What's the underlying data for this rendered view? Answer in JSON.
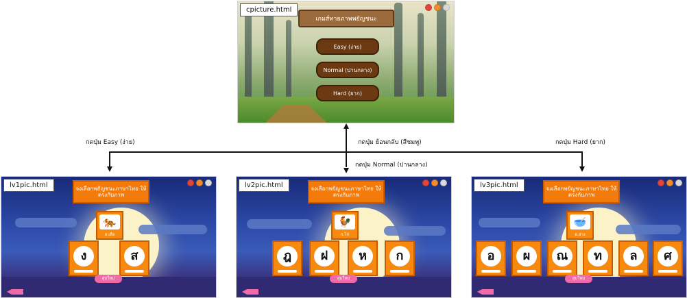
{
  "main": {
    "file_label": "cpicture.html",
    "sign_title": "เกมส์ทายภาพพยัญชนะ",
    "buttons": [
      "Easy (ง่าย)",
      "Normal (ปานกลาง)",
      "Hard (ยาก)"
    ]
  },
  "connectors": {
    "easy": "กดปุ่ม Easy (ง่าย)",
    "back": "กดปุ่ม ย้อนกลับ (สีชมพู)",
    "normal": "กดปุ่ม Normal (ปานกลาง)",
    "hard": "กดปุ่ม Hard (ยาก)"
  },
  "levels": [
    {
      "file_label": "lv1pic.html",
      "title": "จงเลือกพยัญชนะภาษาไทย ให้ตรงกับภาพ",
      "picture_icon": "tiger",
      "picture_caption": "ส.เสือ",
      "letters": [
        "ง",
        "ส"
      ],
      "new_button": "สุ่มใหม่"
    },
    {
      "file_label": "lv2pic.html",
      "title": "จงเลือกพยัญชนะภาษาไทย ให้ตรงกับภาพ",
      "picture_icon": "rooster",
      "picture_caption": "ก.ไก่",
      "letters": [
        "ฎ",
        "ฝ",
        "ห",
        "ก"
      ],
      "new_button": "สุ่มใหม่"
    },
    {
      "file_label": "lv3pic.html",
      "title": "จงเลือกพยัญชนะภาษาไทย ให้ตรงกับภาพ",
      "picture_icon": "basin",
      "picture_caption": "อ.อ่าง",
      "letters": [
        "อ",
        "ผ",
        "ณ",
        "ท",
        "ล",
        "ศ"
      ],
      "new_button": "สุ่มใหม่"
    }
  ]
}
